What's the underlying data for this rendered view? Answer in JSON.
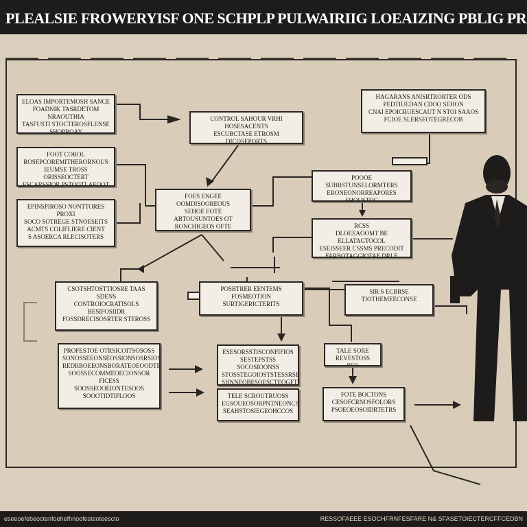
{
  "header": {
    "title": "PLEALSIE FROWERYISF ONE SCHPLP PULWAIRIIG LOEAIZING PBLIG PROPEFRYH"
  },
  "boxes": {
    "b1": "ELOAS IMPORTEMOSH SANCE\nFOADNIK TASRDETOM NRAOUTHIA\nTASFUSTI STOCTEROSFLENSE\nSHOPROAY CONSELSIORUGOORS",
    "b2": "FOOT COROL ROSEPCOREMITHERORNOUS\nIEUMSE TROSS ORISSEOCTERT\nESCARSSIOR PSTOOTLAEOOT\nDOHES NGE DTRASOCTREOS BLONCIEE",
    "b3": "EPINSPIROSO NONTTORES PROXI\nSOCO SOTREGE STNOESEITS\nACMTS COLIFLIERE CIENT\nS ASOERCA RLECISOTERS",
    "b4": "CONTROL SAHOUR VRHI HOSESACENTS\nESCUBCTASE ETROSM DICOSEPORTS\nE ETBODCE",
    "b5": "HAGARANS ANISRTRORTER ODS\nPEDTIUEDAN CDOO SEHON\nCNAI EPOICRUESCAUT N STOI SAAOS\nFCIOE SLERSEOTEGRECOB",
    "b6": "FOES ENGEE OOMDISOOREOUS\nSEHOE EOTE ABTOUSUNTOES OT\nRONCHIGEOS OFTE TRATOREOT\nOLOGROBAS  ISOCORESTIUEISS",
    "b7": "POOOE SUBBSTUNSELORMTERS\nERONEONORREAPORES\nSHOUSTOC SOFTEMSUSSSROOS",
    "b8": "RCSS\nDLOEEAOOMT BE ELLATAGTOCOL\nESEISSEER CSSMS PRECODIT\nFARBOTAGGIOTAE DRLE SCHEAONSSEQS",
    "b9": "CSOTSHTOSTTIOSRE TAAS SDENS\nCONTROIOCRATISOLS BESIFOSIIDR\nFOSSDRECISOSRTER STEROSS",
    "b10": "POSBTRER EENTEMS\nFOSMEOTION SURTIGERICTERITS",
    "b11": "TALE SORE REVESTOSS\nPEO OFOEOROSAE PEIS\nS C SOBTOCOORS\nSHOSOIDE COSTONSTERS\nTOUSEISTICCORSTRS",
    "b12": "PROFESTOE OTRSICOITSOSOSS\nSONOSSEEONSEOSSIONSOSRSIOSIFEES\nREDRBOEEONSBORATEOEOODTEODOSS\nSOOSSECOMMEOECIONSOR FICESS\nSOOSSEOOEIONTESOOS\nSOOOTIDTIFLOOS",
    "b13": "ESESORSSTISCONFIFIOS\nSESTEPSTSS SOCOSIOONSS\nSTOSSTEGOIOSTSTESSRSE\nSHNNEOBESOESCTEOGFTSS\nREOEEEISLEARESSFATCOS",
    "b14": "TELE SCROUTRUOSS\nEGSOUEOSORPNTNEONCS\nSEAHSTOSIEGEOHCCOS",
    "b15": "SIR S ECBRSE\nTIOTHEMEECONSE",
    "b16": "FOTE BOCTONS\nCESOFCRNOSFOLORS\nPSOEOEOSOIDRTETRS"
  },
  "footer": {
    "left": "eseeoefebeoctenfoehefhnoofesteoteescto",
    "right": "RESSOFAEEE ESOCHFRNFESFARE N& SFASETOIECTERCFFCEDBN"
  },
  "palette": {
    "paper": "#f3eee5",
    "board": "#d9ccb9",
    "ink": "#2a2624",
    "bars": "#1e1c1b"
  }
}
